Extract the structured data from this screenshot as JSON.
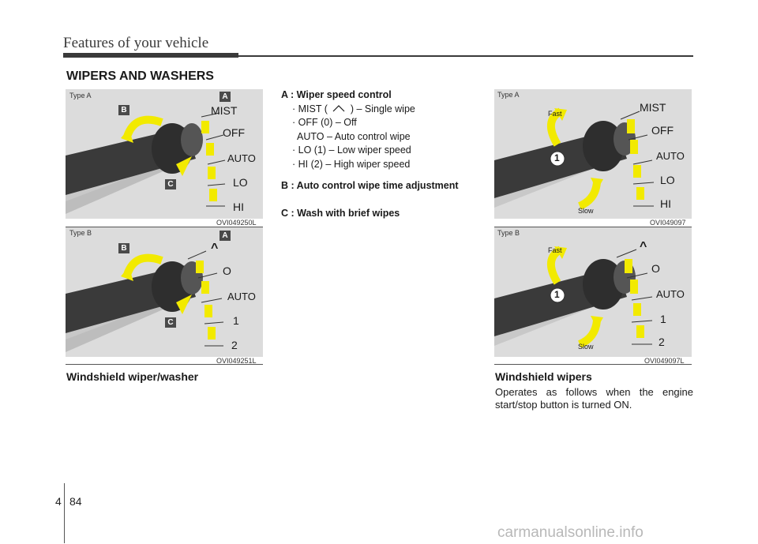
{
  "header": {
    "title": "Features of your vehicle"
  },
  "section": {
    "title": "WIPERS AND WASHERS"
  },
  "figures": {
    "fig1": {
      "type": "Type A",
      "code": "OVI049250L",
      "badges": [
        "A",
        "B",
        "C"
      ],
      "labels": [
        "MIST",
        "OFF",
        "AUTO",
        "LO",
        "HI"
      ]
    },
    "fig2": {
      "type": "Type B",
      "code": "OVI049251L",
      "badges": [
        "A",
        "B",
        "C"
      ],
      "labels": [
        "^",
        "O",
        "AUTO",
        "1",
        "2"
      ]
    },
    "fig3": {
      "type": "Type A",
      "code": "OVI049097",
      "badge": "1",
      "fast": "Fast",
      "slow": "Slow",
      "labels": [
        "MIST",
        "OFF",
        "AUTO",
        "LO",
        "HI"
      ]
    },
    "fig4": {
      "type": "Type B",
      "code": "OVI049097L",
      "badge": "1",
      "fast": "Fast",
      "slow": "Slow",
      "labels": [
        "^",
        "O",
        "AUTO",
        "1",
        "2"
      ]
    }
  },
  "left_caption": "Windshield wiper/washer",
  "middle": {
    "a_head": "A : Wiper speed control",
    "mist_pre": "· MIST (",
    "mist_post": ") – Single wipe",
    "off": "· OFF (0) – Off",
    "auto": "AUTO – Auto control wipe",
    "lo": "· LO (1) – Low wiper speed",
    "hi": "· HI (2) – High wiper speed",
    "b_head": "B : Auto control wipe time adjustment",
    "c_head": "C : Wash with brief wipes"
  },
  "right": {
    "caption": "Windshield wipers",
    "body": "Operates as follows when the engine start/stop button is turned ON."
  },
  "footer": {
    "chapter": "4",
    "page": "84",
    "watermark": "carmanualsonline.info"
  },
  "colors": {
    "arrow": "#f2ea00",
    "badge": "#4a4a4a",
    "panel": "#dcdcdc",
    "stalk": "#3a3a3a"
  }
}
